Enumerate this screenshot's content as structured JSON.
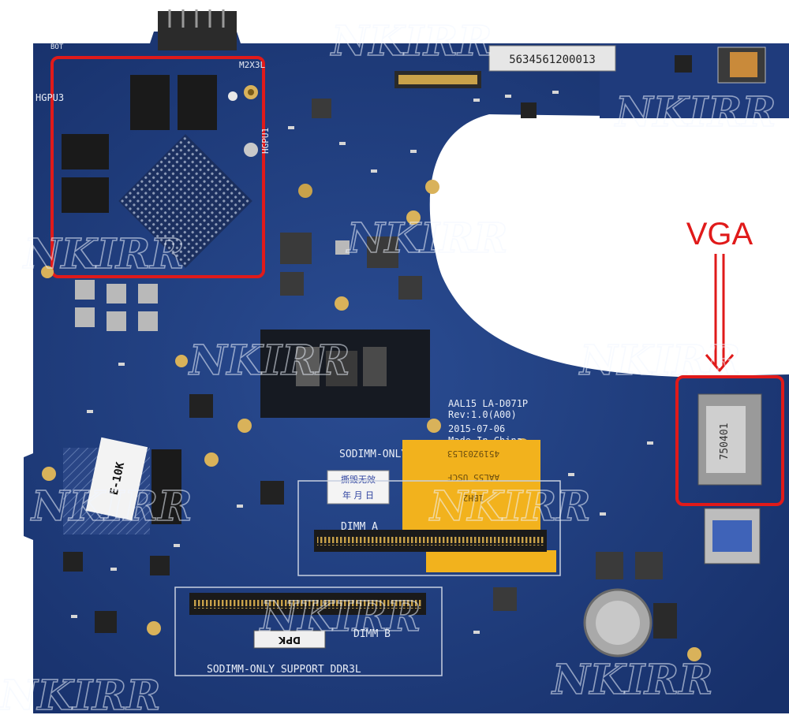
{
  "board_labels": {
    "model": "AAL15 LA-D071P",
    "revision": "Rev:1.0(A00)",
    "date": "2015-07-06",
    "origin": "Made In China",
    "serial": "5634561200013",
    "sodimm_support": "SODIMM-ONLY SUPPORT DDR3L",
    "sodimm_top": "SODIMM-ONLY",
    "dimm_a": "DIMM A",
    "dimm_b": "DIMM B",
    "hgpu3": "HGPU3",
    "hgpu1": "HGPU1",
    "m2x3l": "M2X3L",
    "bot": "BOT",
    "vga_chip": "750401",
    "sticker_cn_top": "撕毁无效",
    "sticker_cn_bottom": "年 月 日",
    "gold_label_line1": "4519Z03L53",
    "gold_label_line2": "AAL55 USCF",
    "gold_label_line3": "1BH2",
    "white_sticker": "E-10K",
    "dpk": "DPK"
  },
  "annotation": {
    "label": "VGA",
    "color": "#e01a1a"
  },
  "watermark": {
    "text": "NKIRR"
  },
  "colors": {
    "pcb": "#1e3a7a",
    "highlight": "#e01a1a",
    "gold": "#f2b21d"
  }
}
